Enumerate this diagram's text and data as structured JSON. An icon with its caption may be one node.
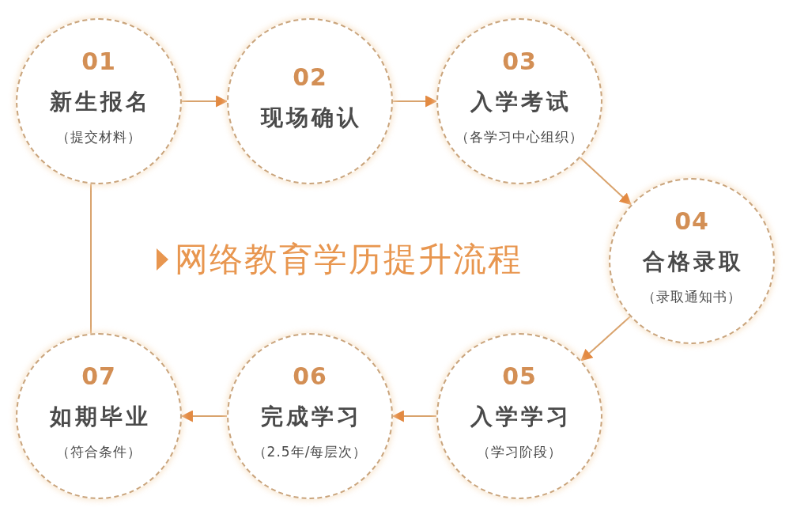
{
  "diagram": {
    "title": "网络教育学历提升流程",
    "nodes": [
      {
        "text": [
          "01",
          "新生报名",
          "（提交材料）"
        ]
      },
      {
        "text": [
          "02",
          "现场确认"
        ]
      },
      {
        "text": [
          "03",
          "入学考试",
          "（各学习中心组织）"
        ]
      },
      {
        "text": [
          "04",
          "合格录取",
          "（录取通知书）"
        ]
      },
      {
        "text": [
          "05",
          "入学学习",
          "（学习阶段）"
        ]
      },
      {
        "text": [
          "06",
          "完成学习",
          "（2.5年/每层次）"
        ]
      },
      {
        "text": [
          "07",
          "如期毕业",
          "（符合条件）"
        ]
      }
    ],
    "edges": [
      {
        "from": 0,
        "to": 1,
        "arrow": "to"
      },
      {
        "from": 1,
        "to": 2,
        "arrow": "to"
      },
      {
        "from": 2,
        "to": 3,
        "arrow": "to"
      },
      {
        "from": 3,
        "to": 4,
        "arrow": "to"
      },
      {
        "from": 4,
        "to": 5,
        "arrow": "to"
      },
      {
        "from": 5,
        "to": 6,
        "arrow": "to"
      },
      {
        "from": 6,
        "to": 0,
        "arrow": "none"
      }
    ]
  }
}
